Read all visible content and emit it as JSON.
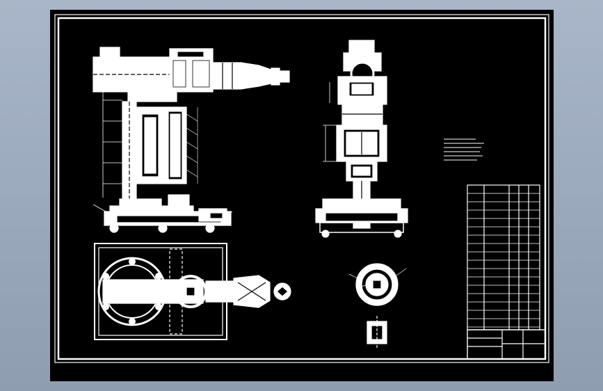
{
  "colors": {
    "viewport_background": "#9eabbf",
    "paper": "#000000",
    "lines": "#ffffff"
  },
  "icons": {
    "views": [
      "front-elevation-view",
      "top-plan-view",
      "side-elevation-view",
      "section-detail-view"
    ],
    "blocks": [
      "parts-list-table",
      "title-block",
      "technical-notes"
    ]
  }
}
